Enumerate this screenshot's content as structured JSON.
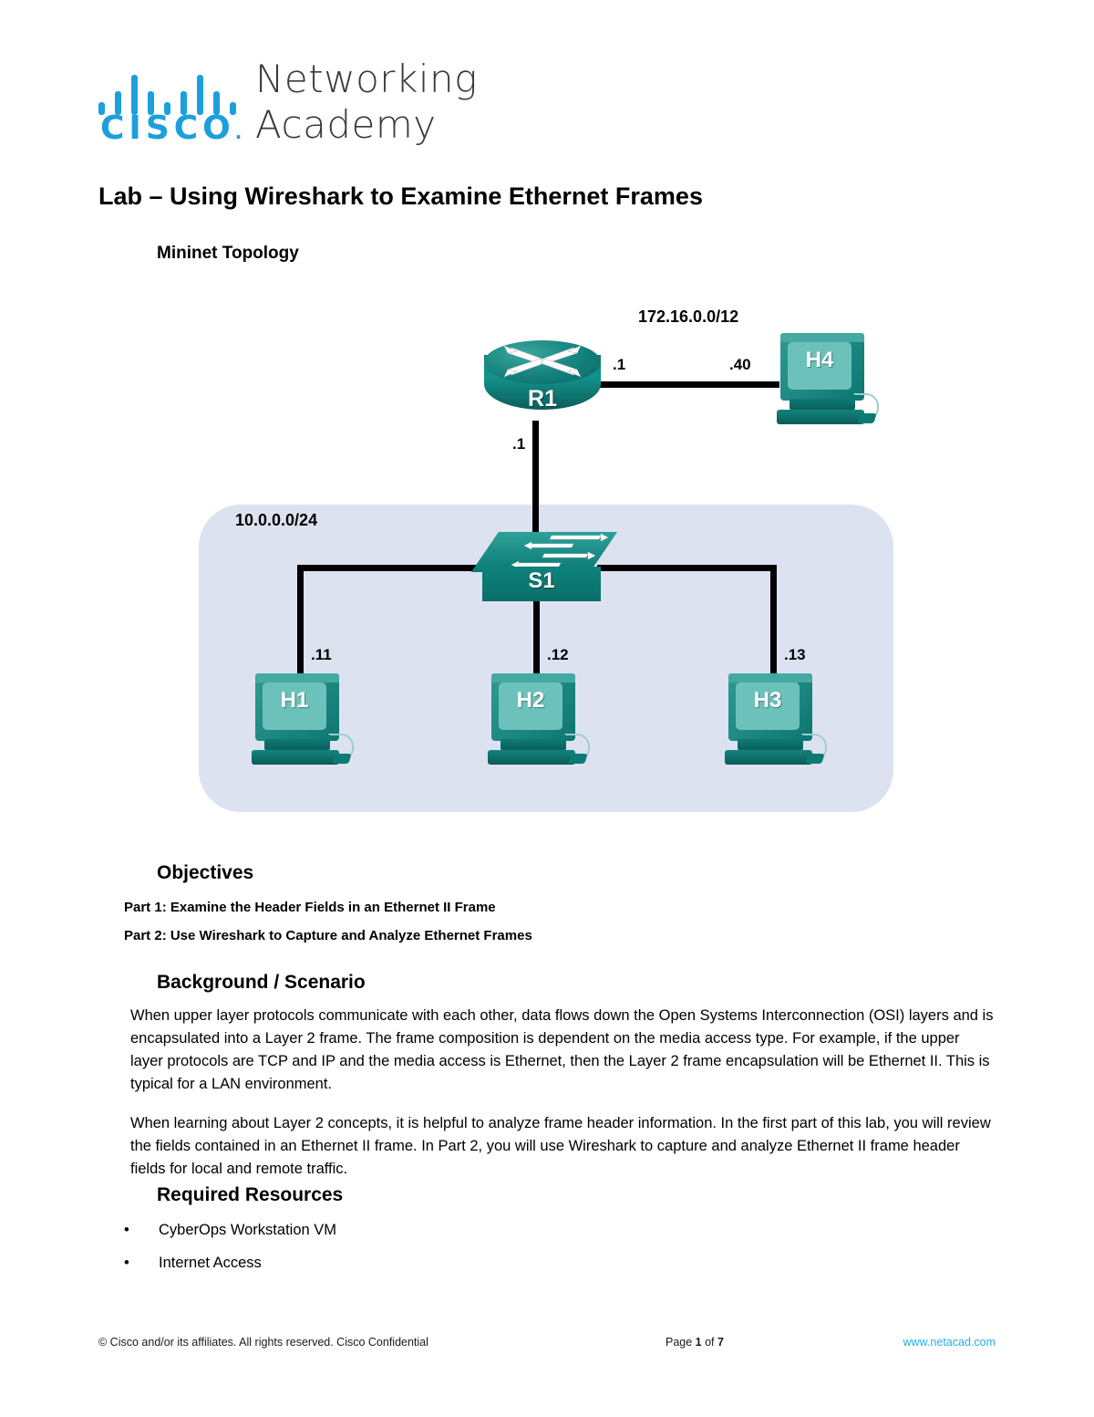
{
  "logo": {
    "brand": "CISCO",
    "line1": "Networking",
    "line2": "Academy"
  },
  "document": {
    "title": "Lab – Using Wireshark to Examine Ethernet Frames",
    "topology_heading": "Mininet Topology"
  },
  "topology": {
    "wan_network": "172.16.0.0/12",
    "lan_network": "10.0.0.0/24",
    "devices": {
      "router": "R1",
      "switch": "S1",
      "host1": "H1",
      "host2": "H2",
      "host3": "H3",
      "host4": "H4"
    },
    "addresses": {
      "r1_wan": ".1",
      "h4": ".40",
      "r1_lan": ".1",
      "h1": ".11",
      "h2": ".12",
      "h3": ".13"
    }
  },
  "sections": {
    "objectives": {
      "heading": "Objectives",
      "part1": "Part 1: Examine the Header Fields in an Ethernet II Frame",
      "part2": "Part 2: Use Wireshark to Capture and Analyze Ethernet Frames"
    },
    "background": {
      "heading": "Background / Scenario",
      "paragraph1": "When upper layer protocols communicate with each other, data flows down the Open Systems Interconnection (OSI) layers and is encapsulated into a Layer 2 frame. The frame composition is dependent on the media access type. For example, if the upper layer protocols are TCP and IP and the media access is Ethernet, then the Layer 2 frame encapsulation will be Ethernet II. This is typical for a LAN environment.",
      "paragraph2": "When learning about Layer 2 concepts, it is helpful to analyze frame header information. In the first part of this lab, you will review the fields contained in an Ethernet II frame. In Part 2, you will use Wireshark to capture and analyze Ethernet II frame header fields for local and remote traffic."
    },
    "required_resources": {
      "heading": "Required Resources",
      "items": [
        "CyberOps Workstation VM",
        "Internet Access"
      ]
    }
  },
  "footer": {
    "copyright": "© Cisco and/or its affiliates. All rights reserved. Cisco Confidential",
    "page_prefix": "Page ",
    "page_number": "1",
    "page_middle": " of ",
    "page_total": "7",
    "url": "www.netacad.com"
  },
  "colors": {
    "cisco_blue": "#1BA0DB",
    "link_blue": "#23B0E8",
    "device_teal": "#0e837d",
    "screen_teal": "#6cc2bb",
    "lan_background": "#dde2f0"
  }
}
